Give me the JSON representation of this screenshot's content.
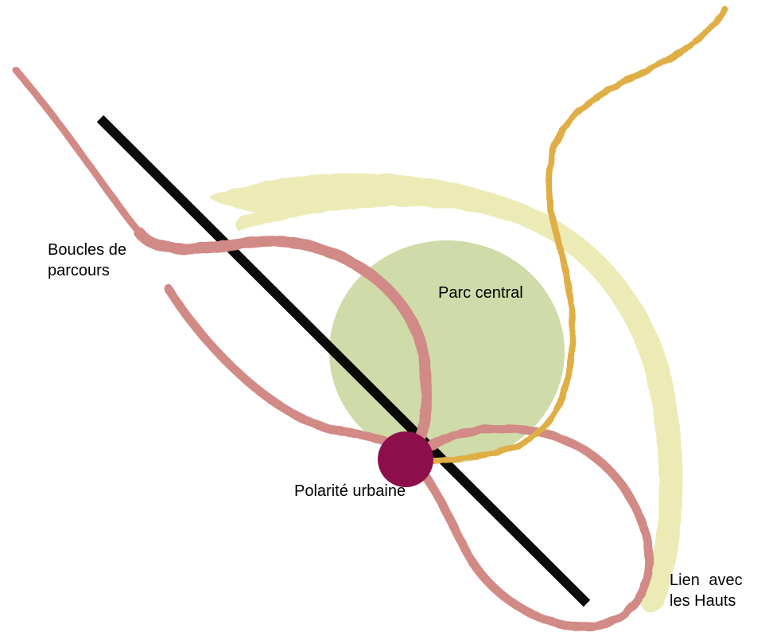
{
  "labels": {
    "loops": [
      "Boucles de",
      "parcours"
    ],
    "park": "Parc central",
    "pole": "Polarité urbaine",
    "link": [
      "Lien avec",
      "les Hauts"
    ]
  },
  "colors": {
    "background": "#ffffff",
    "park": "#cfdba9",
    "crescent": "#ecebb6",
    "loops": "#d18a86",
    "link_path": "#dfae45",
    "axis": "#000000",
    "pole": "#8c0f4c"
  }
}
